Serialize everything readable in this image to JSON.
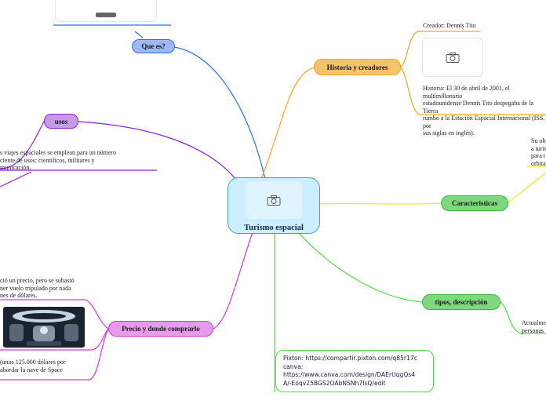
{
  "central": {
    "title": "Turismo espacial",
    "icon": "camera-icon"
  },
  "branches": {
    "que_es": {
      "label": "Que es?",
      "color": "#2f6fe0"
    },
    "historia": {
      "label": "Historia y creadores",
      "color": "#f5a623",
      "creador": "Creador: Dennis Tito",
      "historia_text": "Historia: El 30 de abril de 2001, el multimillonario\nestadounidense Dennis Tito despegaba de la Tierra\nrumbo a la Estación Espacial Internacional (ISS, por\nsus siglas en inglés)."
    },
    "usos": {
      "label": "usos",
      "color": "#8a1ee0",
      "text": "s viajes espaciales se emplean para un número\nciente de usos: científicos, militares y\nmunicación."
    },
    "caracteristicas": {
      "label": "Caracteristicas",
      "color": "#f0e62a",
      "text": "Su ob\na turis\npara t\norbita"
    },
    "tipos": {
      "label": "tipos, descripción",
      "color": "#4be04b",
      "text": "Actualme\npersonas"
    },
    "precio": {
      "label": "Precio y donde comprarlo",
      "color": "#d63adb",
      "text_top": "ció un precio, pero se subastó\nner vuelo tripulado por nada\nnes de dólares.",
      "text_bottom": "(unos 125.000 dólares por\nabordar la nave de Space"
    },
    "links": {
      "color": "#4be04b",
      "text": "Pixton: https://compartir.pixton.com/q85r17c\ncanva:\nhttps://www.canva.com/design/DAErUqgQs4\nA/-Eoqv25BGS2OAbNSNh7IsQ/edit"
    }
  }
}
